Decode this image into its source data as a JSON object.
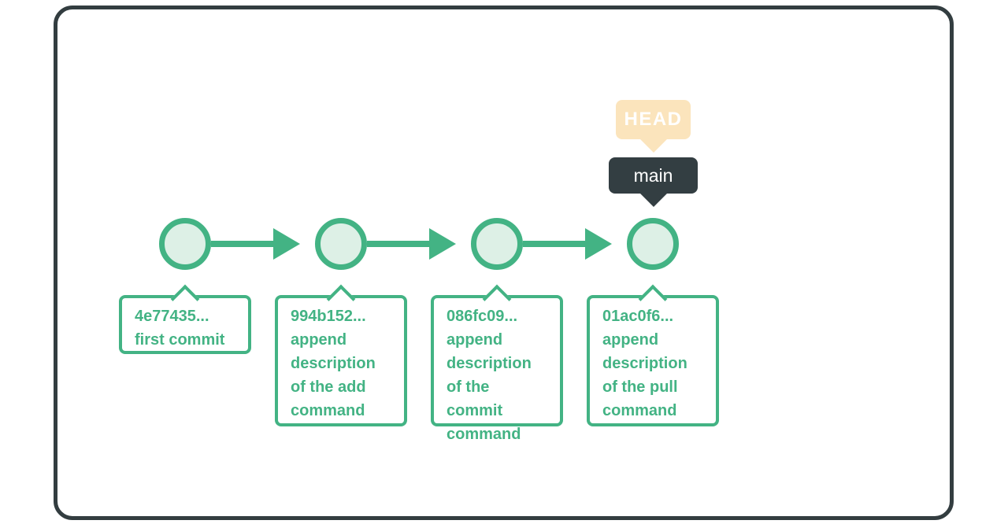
{
  "labels": {
    "head": "HEAD",
    "branch": "main"
  },
  "commits": [
    {
      "hash": "4e77435...",
      "message": "first commit"
    },
    {
      "hash": "994b152...",
      "message": "append\ndescription\nof the add\ncommand"
    },
    {
      "hash": "086fc09...",
      "message": "append\ndescription\nof the commit\ncommand"
    },
    {
      "hash": "01ac0f6...",
      "message": "append\ndescription\nof the pull\ncommand"
    }
  ],
  "icons": {
    "commit_arrow": "arrow-right-icon",
    "callout_pointer": "triangle-up-icon",
    "badge_pointer": "triangle-down-icon"
  },
  "colors": {
    "accent_green": "#43b384",
    "node_fill": "#ddf0e6",
    "callout_bg": "#ffffff",
    "head_badge_bg": "#fbe4bc",
    "branch_badge_bg": "#333e42",
    "badge_text": "#ffffff",
    "frame_border": "#333d40"
  }
}
